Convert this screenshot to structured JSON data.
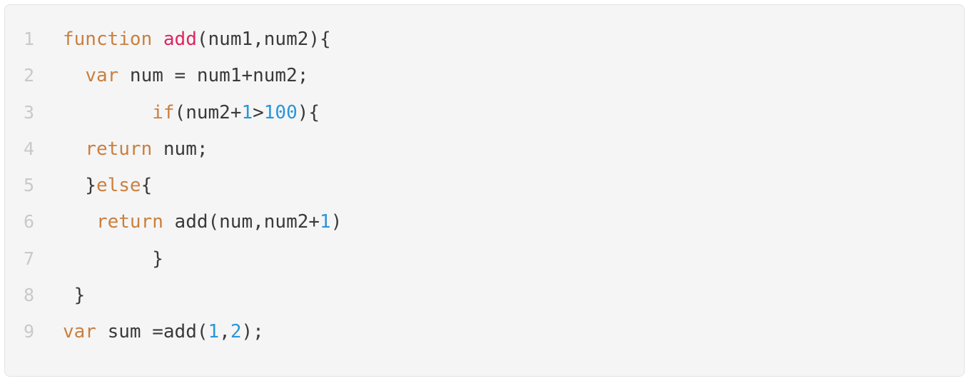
{
  "theme": {
    "page_background": "#ffffff",
    "card_background": "#f5f5f6",
    "card_border": "#e4e4e6",
    "line_number_color": "#c9c9c9",
    "code_text_color": "#3a3a3a",
    "keyword_color": "#c9803f",
    "function_name_color": "#e0245e",
    "number_literal_color": "#2b95d6"
  },
  "snippet": {
    "language": "javascript",
    "lines": [
      {
        "number": "1",
        "tokens": [
          [
            "kw",
            "function"
          ],
          [
            "pl",
            " "
          ],
          [
            "fn",
            "add"
          ],
          [
            "pl",
            "(num1,num2){"
          ]
        ]
      },
      {
        "number": "2",
        "tokens": [
          [
            "pl",
            "  "
          ],
          [
            "kw",
            "var"
          ],
          [
            "pl",
            " num = num1+num2;"
          ]
        ]
      },
      {
        "number": "3",
        "tokens": [
          [
            "pl",
            "        "
          ],
          [
            "kw",
            "if"
          ],
          [
            "pl",
            "(num2+"
          ],
          [
            "num",
            "1"
          ],
          [
            "pl",
            ">"
          ],
          [
            "num",
            "100"
          ],
          [
            "pl",
            "){"
          ]
        ]
      },
      {
        "number": "4",
        "tokens": [
          [
            "pl",
            "  "
          ],
          [
            "kw",
            "return"
          ],
          [
            "pl",
            " num;"
          ]
        ]
      },
      {
        "number": "5",
        "tokens": [
          [
            "pl",
            "  }"
          ],
          [
            "kw",
            "else"
          ],
          [
            "pl",
            "{"
          ]
        ]
      },
      {
        "number": "6",
        "tokens": [
          [
            "pl",
            "   "
          ],
          [
            "kw",
            "return"
          ],
          [
            "pl",
            " add(num,num2+"
          ],
          [
            "num",
            "1"
          ],
          [
            "pl",
            ")"
          ]
        ]
      },
      {
        "number": "7",
        "tokens": [
          [
            "pl",
            "        }"
          ]
        ]
      },
      {
        "number": "8",
        "tokens": [
          [
            "pl",
            " }"
          ]
        ]
      },
      {
        "number": "9",
        "tokens": [
          [
            "kw",
            "var"
          ],
          [
            "pl",
            " sum =add("
          ],
          [
            "num",
            "1"
          ],
          [
            "pl",
            ","
          ],
          [
            "num",
            "2"
          ],
          [
            "pl",
            ");"
          ]
        ]
      }
    ]
  }
}
